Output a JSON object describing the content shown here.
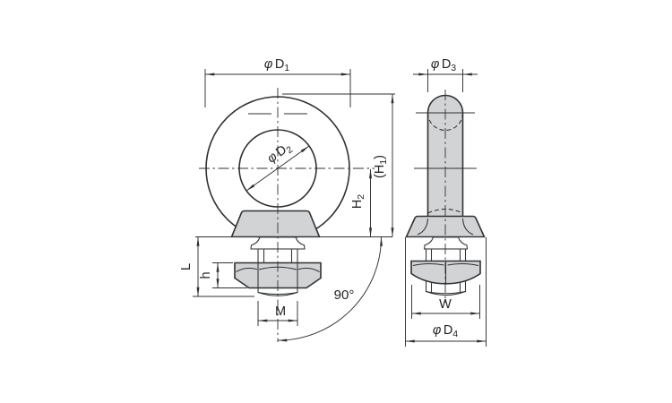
{
  "drawing": {
    "type": "engineering-dimension-drawing",
    "subject": "eye-bolt-with-nut",
    "views": [
      "front-view",
      "side-view"
    ],
    "angle_between_reference": "90°",
    "colors": {
      "background": "#ffffff",
      "part_fill": "#d2d3d5",
      "line": "#2f3133"
    },
    "labels": {
      "d1": {
        "sym": "φ",
        "main": "D",
        "sub": "1",
        "suffix": ""
      },
      "d2": {
        "sym": "φ",
        "main": "D",
        "sub": "2",
        "suffix": ""
      },
      "d3": {
        "sym": "φ",
        "main": "D",
        "sub": "3",
        "suffix": ""
      },
      "d4": {
        "sym": "φ",
        "main": "D",
        "sub": "4",
        "suffix": ""
      },
      "h1": {
        "sym": "",
        "main": "(H",
        "sub": "1",
        "suffix": ")"
      },
      "h2": {
        "sym": "",
        "main": "H",
        "sub": "2",
        "suffix": ""
      },
      "shank_l": {
        "sym": "",
        "main": "L",
        "sub": "",
        "suffix": ""
      },
      "nut_h": {
        "sym": "",
        "main": "h",
        "sub": "",
        "suffix": ""
      },
      "thread_m": {
        "sym": "",
        "main": "M",
        "sub": "",
        "suffix": ""
      },
      "width_w": {
        "sym": "",
        "main": "W",
        "sub": "",
        "suffix": ""
      },
      "angle": {
        "sym": "",
        "main": "90°",
        "sub": "",
        "suffix": ""
      }
    }
  }
}
